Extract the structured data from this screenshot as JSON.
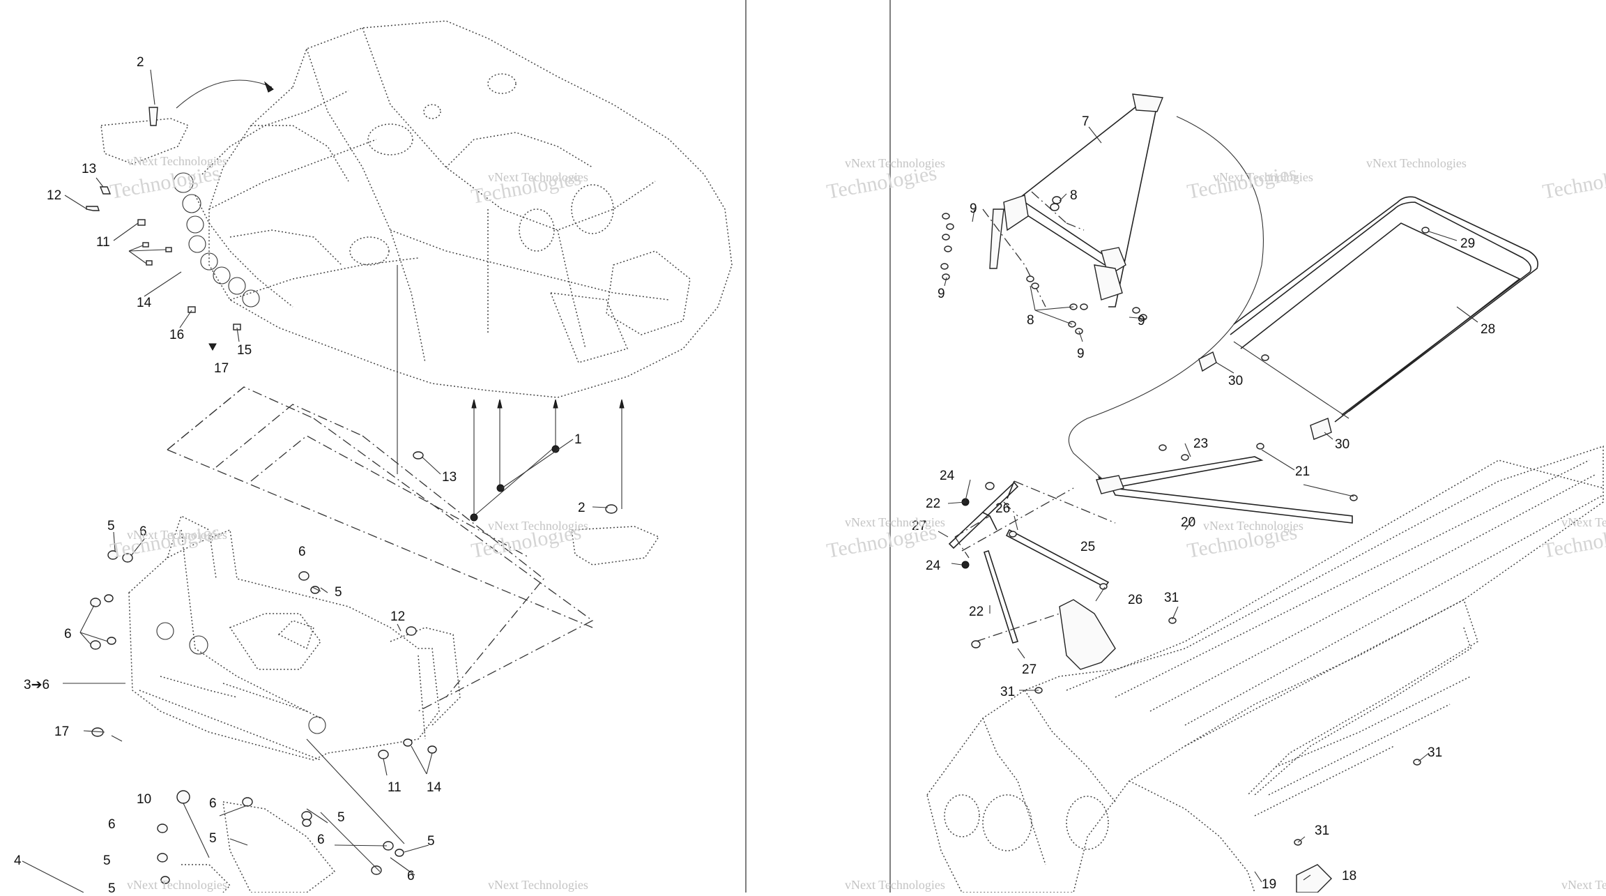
{
  "watermark": {
    "line1": "vNext Technologies",
    "line2": "Technologies"
  },
  "callouts": {
    "c1": "1",
    "c2": "2",
    "c3": "3",
    "c4": "4",
    "c5": "5",
    "c6": "6",
    "c7": "7",
    "c8": "8",
    "c9": "9",
    "c10": "10",
    "c11": "11",
    "c12": "12",
    "c13": "13",
    "c14": "14",
    "c15": "15",
    "c16": "16",
    "c17": "17",
    "c18": "18",
    "c19": "19",
    "c20": "20",
    "c21": "21",
    "c22": "22",
    "c23": "23",
    "c24": "24",
    "c25": "25",
    "c26": "26",
    "c27": "27",
    "c28": "28",
    "c29": "29",
    "c30": "30",
    "c31": "31",
    "c3arrow6": "3➔6"
  },
  "colors": {
    "ink": "#222222",
    "watermark": "#c4c4c4",
    "background": "#ffffff"
  }
}
